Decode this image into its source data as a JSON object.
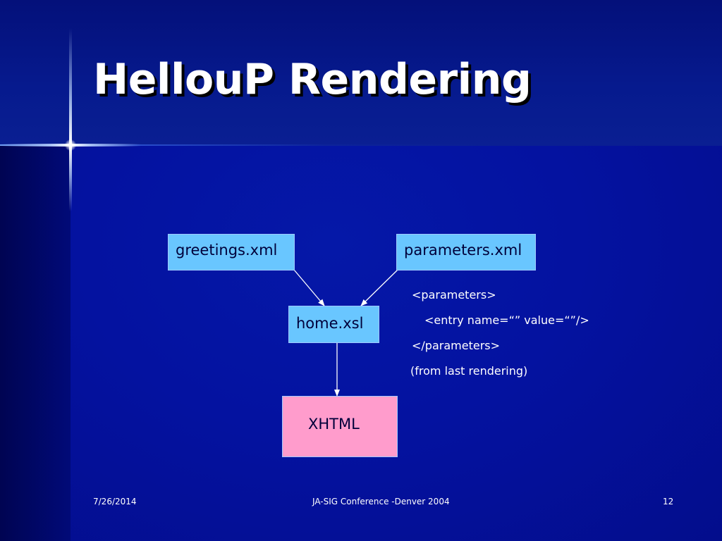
{
  "slide": {
    "title": "HellouP Rendering"
  },
  "diagram": {
    "nodes": {
      "greetings": "greetings.xml",
      "parameters": "parameters.xml",
      "home": "home.xsl",
      "xhtml": "XHTML"
    },
    "edges": [
      {
        "from": "greetings.xml",
        "to": "home.xsl"
      },
      {
        "from": "parameters.xml",
        "to": "home.xsl"
      },
      {
        "from": "home.xsl",
        "to": "XHTML"
      }
    ],
    "annotation_lines": [
      "<parameters>",
      "<entry name=“” value=“”/>",
      "</parameters>",
      "(from last rendering)"
    ]
  },
  "footer": {
    "date": "7/26/2014",
    "conference": "JA-SIG Conference -Denver 2004",
    "page": "12"
  },
  "colors": {
    "background": "#020a8a",
    "node_blue": "#69c6ff",
    "node_pink": "#ff9ccc",
    "title_text": "#ffffff"
  }
}
